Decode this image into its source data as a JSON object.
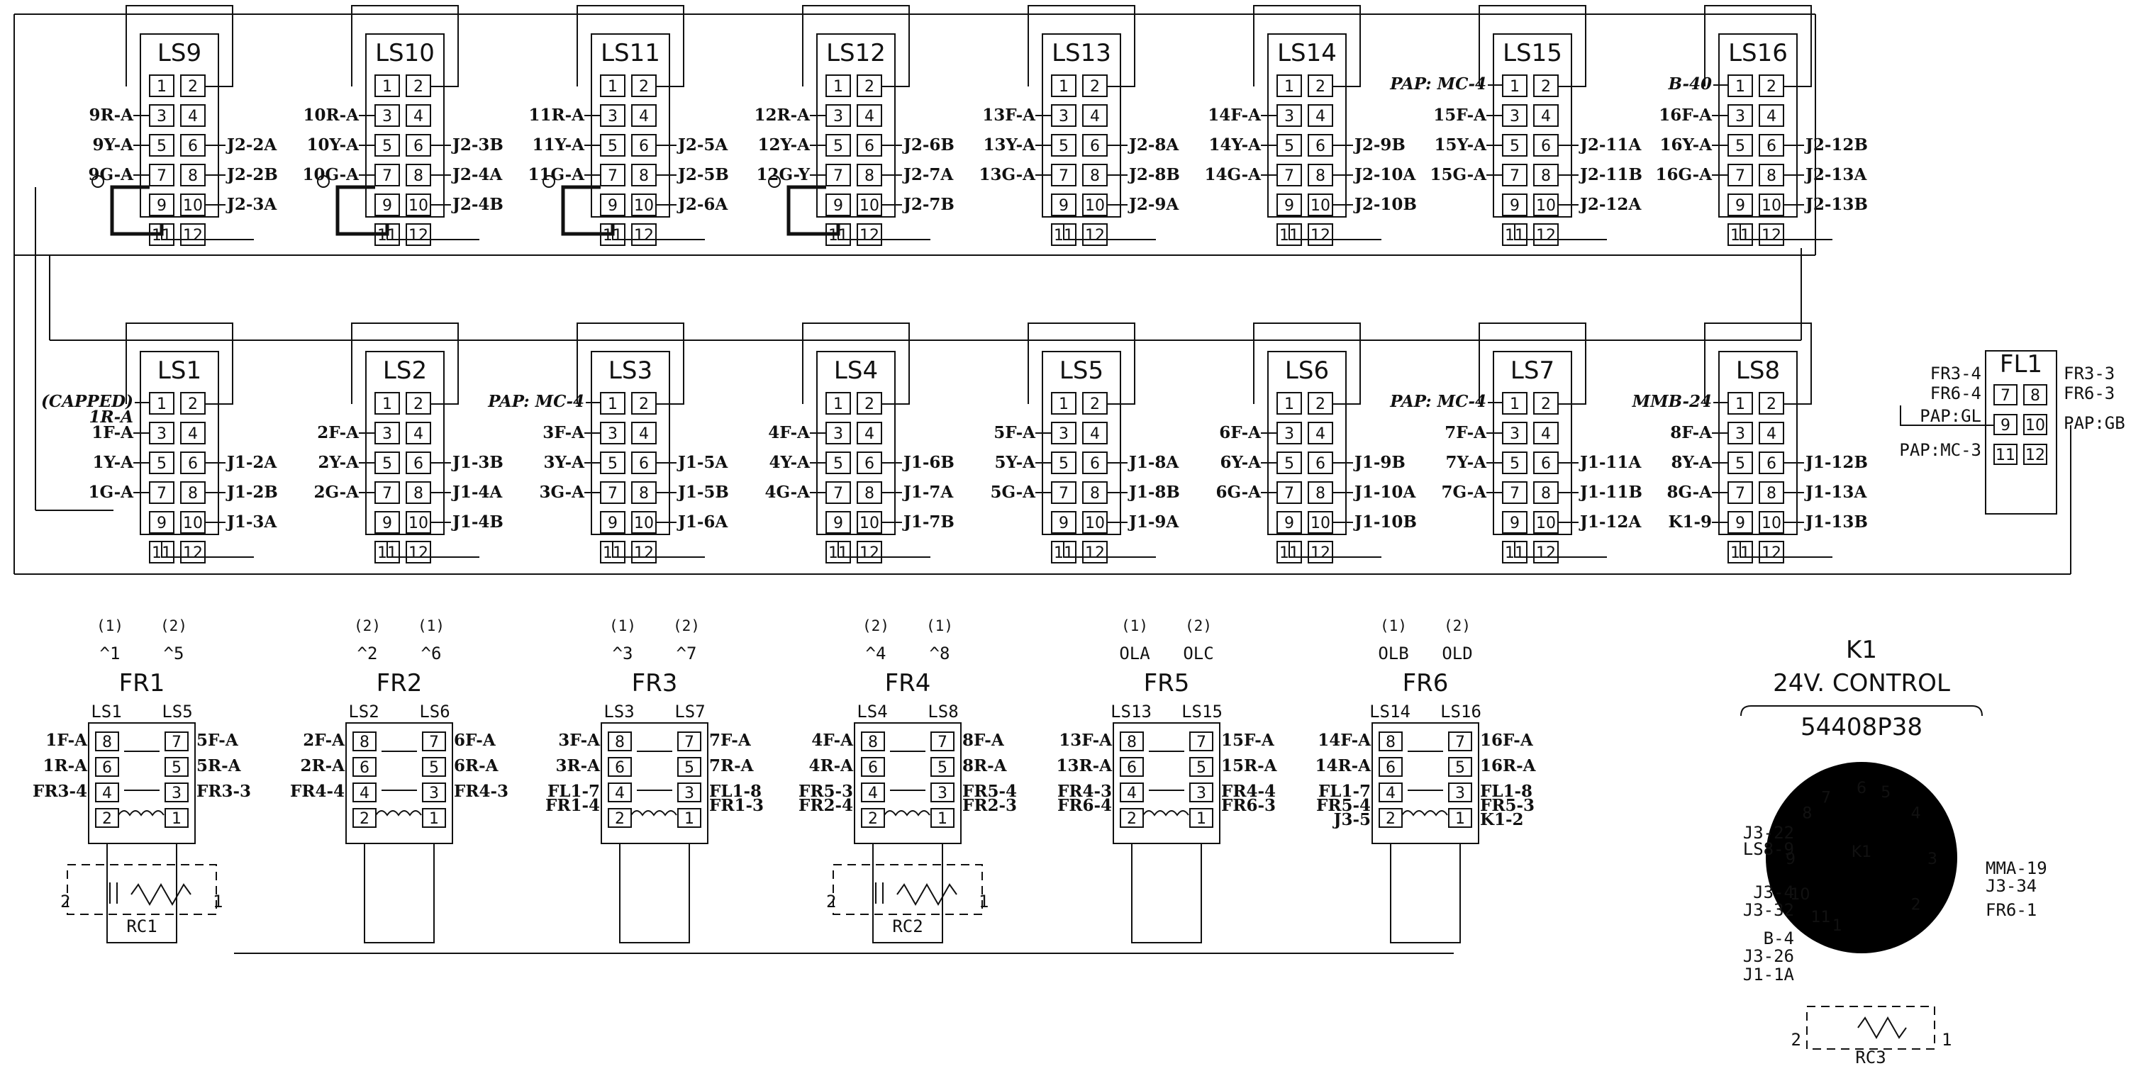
{
  "ls_upper": [
    {
      "name": "LS9",
      "left": [
        "9R-A",
        "9Y-A",
        "9G-A"
      ],
      "right": [
        "J2-2A",
        "J2-2B",
        "J2-3A"
      ]
    },
    {
      "name": "LS10",
      "left": [
        "10R-A",
        "10Y-A",
        "10G-A"
      ],
      "right": [
        "J2-3B",
        "J2-4A",
        "J2-4B"
      ]
    },
    {
      "name": "LS11",
      "left": [
        "11R-A",
        "11Y-A",
        "11G-A"
      ],
      "right": [
        "J2-5A",
        "J2-5B",
        "J2-6A"
      ]
    },
    {
      "name": "LS12",
      "left": [
        "12R-A",
        "12Y-A",
        "12G-Y"
      ],
      "right": [
        "J2-6B",
        "J2-7A",
        "J2-7B"
      ]
    },
    {
      "name": "LS13",
      "left": [
        "13F-A",
        "13Y-A",
        "13G-A"
      ],
      "right": [
        "J2-8A",
        "J2-8B",
        "J2-9A"
      ]
    },
    {
      "name": "LS14",
      "left": [
        "14F-A",
        "14Y-A",
        "14G-A"
      ],
      "right": [
        "J2-9B",
        "J2-10A",
        "J2-10B"
      ]
    },
    {
      "name": "LS15",
      "top_note": "PAP: MC-4",
      "left": [
        "15F-A",
        "15Y-A",
        "15G-A"
      ],
      "right": [
        "J2-11A",
        "J2-11B",
        "J2-12A"
      ]
    },
    {
      "name": "LS16",
      "top_note": "B-40",
      "left": [
        "16F-A",
        "16Y-A",
        "16G-A"
      ],
      "right": [
        "J2-12B",
        "J2-13A",
        "J2-13B"
      ]
    }
  ],
  "ls_lower": [
    {
      "name": "LS1",
      "top_note": "(CAPPED)",
      "pin1_note": "1R-A",
      "left": [
        "1F-A",
        "1Y-A",
        "1G-A"
      ],
      "right": [
        "J1-2A",
        "J1-2B",
        "J1-3A"
      ]
    },
    {
      "name": "LS2",
      "left": [
        "2F-A",
        "2Y-A",
        "2G-A"
      ],
      "right": [
        "J1-3B",
        "J1-4A",
        "J1-4B"
      ]
    },
    {
      "name": "LS3",
      "top_note": "PAP: MC-4",
      "left": [
        "3F-A",
        "3Y-A",
        "3G-A"
      ],
      "right": [
        "J1-5A",
        "J1-5B",
        "J1-6A"
      ]
    },
    {
      "name": "LS4",
      "left": [
        "4F-A",
        "4Y-A",
        "4G-A"
      ],
      "right": [
        "J1-6B",
        "J1-7A",
        "J1-7B"
      ]
    },
    {
      "name": "LS5",
      "left": [
        "5F-A",
        "5Y-A",
        "5G-A"
      ],
      "right": [
        "J1-8A",
        "J1-8B",
        "J1-9A"
      ]
    },
    {
      "name": "LS6",
      "left": [
        "6F-A",
        "6Y-A",
        "6G-A"
      ],
      "right": [
        "J1-9B",
        "J1-10A",
        "J1-10B"
      ]
    },
    {
      "name": "LS7",
      "top_note": "PAP: MC-4",
      "left": [
        "7F-A",
        "7Y-A",
        "7G-A"
      ],
      "right": [
        "J1-11A",
        "J1-11B",
        "J1-12A"
      ]
    },
    {
      "name": "LS8",
      "top_note": "MMB-24",
      "left": [
        "8F-A",
        "8Y-A",
        "8G-A",
        "K1-9"
      ],
      "right": [
        "J1-12B",
        "J1-13A",
        "J1-13B"
      ]
    }
  ],
  "pins": [
    "1",
    "2",
    "3",
    "4",
    "5",
    "6",
    "7",
    "8",
    "9",
    "10",
    "11",
    "12"
  ],
  "fl1": {
    "name": "FL1",
    "labels": [
      "FR3-4",
      "FR6-4",
      "PAP:GL",
      "PAP:MC-3",
      "FR3-3",
      "FR6-3",
      "PAP:GB"
    ],
    "pins": [
      "7",
      "8",
      "9",
      "10",
      "11",
      "12"
    ]
  },
  "fr": [
    {
      "name": "FR1",
      "hdr": [
        "(1)",
        "(2)"
      ],
      "sym": [
        "^1",
        "^5"
      ],
      "ls": [
        "LS1",
        "LS5"
      ],
      "ll": [
        "1F-A",
        "1R-A",
        "FR3-4"
      ],
      "rl": [
        "5F-A",
        "5R-A",
        "FR3-3"
      ],
      "ll2": [],
      "rl2": [],
      "rc": "RC1"
    },
    {
      "name": "FR2",
      "hdr": [
        "(2)",
        "(1)"
      ],
      "sym": [
        "^2",
        "^6"
      ],
      "ls": [
        "LS2",
        "LS6"
      ],
      "ll": [
        "2F-A",
        "2R-A",
        "FR4-4"
      ],
      "rl": [
        "6F-A",
        "6R-A",
        "FR4-3"
      ],
      "ll2": [],
      "rl2": [],
      "rc": ""
    },
    {
      "name": "FR3",
      "hdr": [
        "(1)",
        "(2)"
      ],
      "sym": [
        "^3",
        "^7"
      ],
      "ls": [
        "LS3",
        "LS7"
      ],
      "ll": [
        "3F-A",
        "3R-A",
        "FL1-7",
        "FR1-4"
      ],
      "rl": [
        "7F-A",
        "7R-A",
        "FL1-8",
        "FR1-3"
      ],
      "rc": ""
    },
    {
      "name": "FR4",
      "hdr": [
        "(2)",
        "(1)"
      ],
      "sym": [
        "^4",
        "^8"
      ],
      "ls": [
        "LS4",
        "LS8"
      ],
      "ll": [
        "4F-A",
        "4R-A",
        "FR5-3",
        "FR2-4"
      ],
      "rl": [
        "8F-A",
        "8R-A",
        "FR5-4",
        "FR2-3"
      ],
      "rc": "RC2"
    },
    {
      "name": "FR5",
      "hdr": [
        "(1)",
        "(2)"
      ],
      "sym": [
        "OLA",
        "OLC"
      ],
      "ls": [
        "LS13",
        "LS15"
      ],
      "ll": [
        "13F-A",
        "13R-A",
        "FR4-3",
        "FR6-4"
      ],
      "rl": [
        "15F-A",
        "15R-A",
        "FR4-4",
        "FR6-3"
      ],
      "rc": ""
    },
    {
      "name": "FR6",
      "hdr": [
        "(1)",
        "(2)"
      ],
      "sym": [
        "OLB",
        "OLD"
      ],
      "ls": [
        "LS14",
        "LS16"
      ],
      "ll": [
        "14F-A",
        "14R-A",
        "FL1-7",
        "FR5-4",
        "J3-5"
      ],
      "rl": [
        "16F-A",
        "16R-A",
        "FL1-8",
        "FR5-3",
        "K1-2"
      ],
      "rc": ""
    }
  ],
  "fr_pins": [
    "8",
    "7",
    "6",
    "5",
    "4",
    "3",
    "2",
    "1"
  ],
  "k1": {
    "title": "K1",
    "subtitle": "24V. CONTROL",
    "part": "54408P38",
    "center": "K1",
    "pins": [
      "1",
      "2",
      "3",
      "4",
      "5",
      "6",
      "7",
      "8",
      "9",
      "10",
      "11"
    ],
    "left_labels": [
      "J3-22",
      "LS8-9",
      "J3-4",
      "J3-32",
      "B-4",
      "J3-26",
      "J1-1A"
    ],
    "right_labels": [
      "MMA-19",
      "J3-34",
      "FR6-1"
    ],
    "rc": "RC3"
  },
  "rc_pins": [
    "2",
    "1"
  ]
}
